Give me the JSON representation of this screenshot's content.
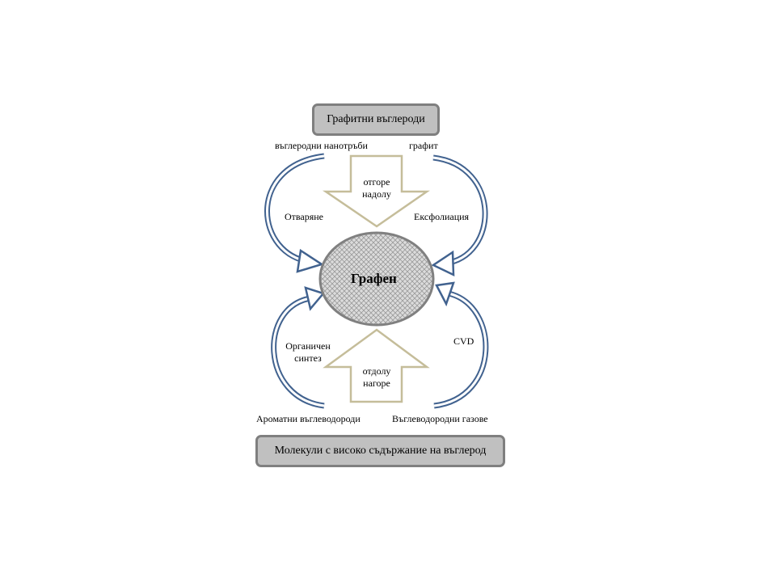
{
  "top_box": {
    "label": "Графитни въглероди"
  },
  "bottom_box": {
    "label": "Молекули с високо съдържание на въглерод"
  },
  "center": {
    "label": "Графен"
  },
  "sources": {
    "nanotubes": "въглеродни нанотръби",
    "graphite": "графит",
    "aromatic": "Ароматни въглеводороди",
    "gases": "Въглеводородни газове"
  },
  "processes": {
    "opening": "Отваряне",
    "exfoliation": "Ексфолиация",
    "organic_line1": "Органичен",
    "organic_line2": "синтез",
    "cvd": "CVD"
  },
  "approaches": {
    "top_down_line1": "отгоре",
    "top_down_line2": "надолу",
    "bottom_up_line1": "отдолу",
    "bottom_up_line2": "нагоре"
  },
  "colors": {
    "curve_arrow": "#41628f",
    "block_arrow": "#c5bd9a",
    "box_fill": "#c0c0c0",
    "box_border": "#7f7f7f",
    "hub_fill": "#d6d6d6",
    "hub_border": "#808080"
  }
}
